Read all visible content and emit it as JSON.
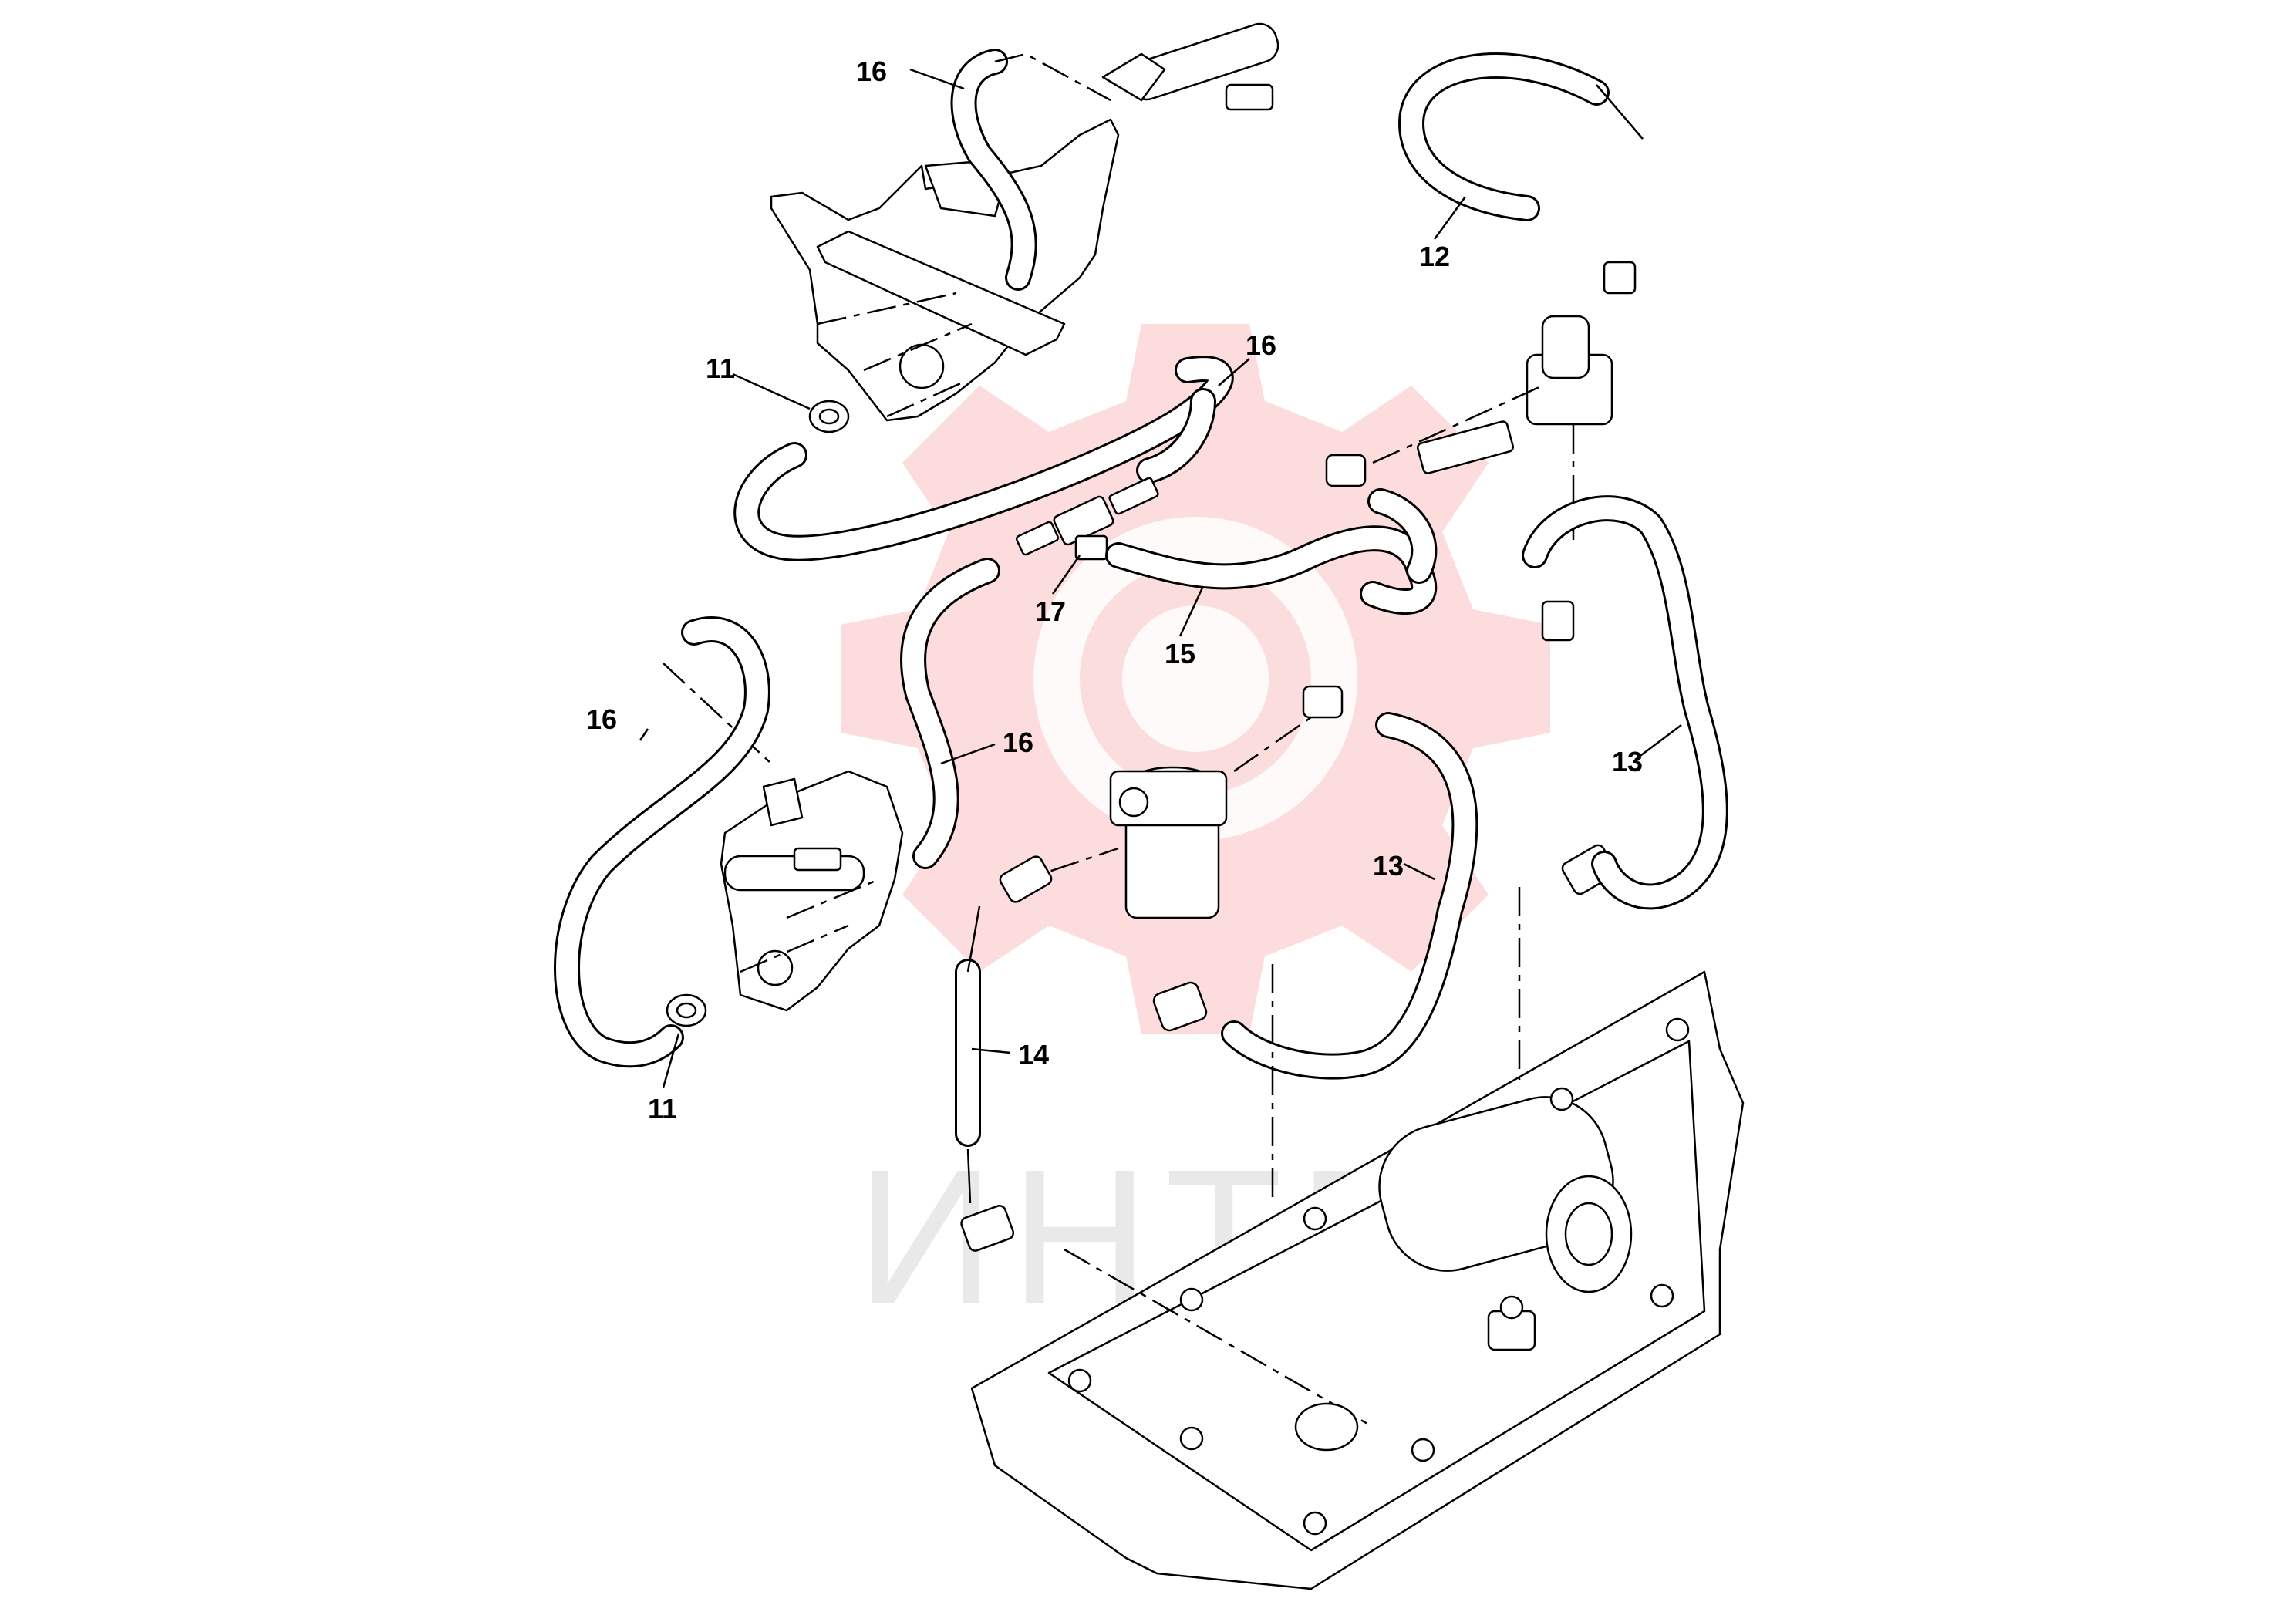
{
  "watermark": {
    "text": "ИНТЕХ",
    "gear_color": "#f8b4b4",
    "text_color": "#e6e6e6"
  },
  "callouts": [
    {
      "id": "c16a",
      "label": "16"
    },
    {
      "id": "c12",
      "label": "12"
    },
    {
      "id": "c11a",
      "label": "11"
    },
    {
      "id": "c16b",
      "label": "16"
    },
    {
      "id": "c17",
      "label": "17"
    },
    {
      "id": "c15",
      "label": "15"
    },
    {
      "id": "c16c",
      "label": "16"
    },
    {
      "id": "c16d",
      "label": "16"
    },
    {
      "id": "c13a",
      "label": "13"
    },
    {
      "id": "c13b",
      "label": "13"
    },
    {
      "id": "c14",
      "label": "14"
    },
    {
      "id": "c11b",
      "label": "11"
    }
  ]
}
